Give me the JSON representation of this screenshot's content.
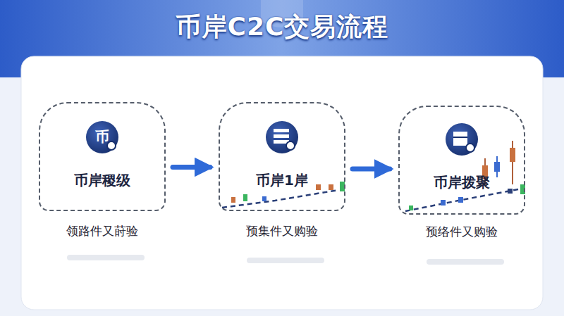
{
  "diagram": {
    "title": "币岸C2C交易流程",
    "nodes": [
      {
        "text": [
          "币岸稷级",
          "领路件又莳验"
        ]
      },
      {
        "text": [
          "币岸1岸",
          "预集件又购验"
        ]
      },
      {
        "text": [
          "币岸拨聚",
          "预络件又购验"
        ]
      }
    ],
    "edges": [
      {
        "from": 0,
        "to": 1,
        "arrow": "to"
      },
      {
        "from": 1,
        "to": 2,
        "arrow": "to"
      }
    ],
    "labels": [
      "币"
    ]
  }
}
